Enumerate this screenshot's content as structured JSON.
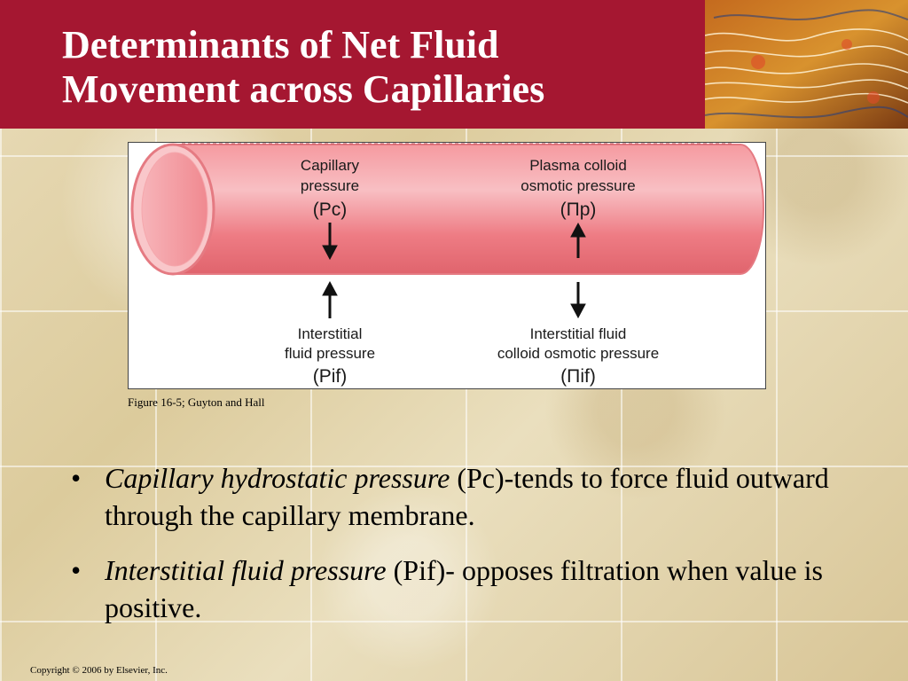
{
  "slide": {
    "title_line1": "Determinants of Net Fluid",
    "title_line2": "Movement across Capillaries",
    "caption": "Figure 16-5; Guyton and Hall",
    "copyright": "Copyright © 2006 by Elsevier, Inc."
  },
  "figure": {
    "pc": {
      "line1": "Capillary",
      "line2": "pressure",
      "line3": "(Pc)"
    },
    "pip": {
      "line1": "Plasma colloid",
      "line2": "osmotic pressure",
      "line3": "(Πp)"
    },
    "pif": {
      "line1": "Interstitial",
      "line2": "fluid pressure",
      "line3": "(Pif)"
    },
    "piif": {
      "line1": "Interstitial fluid",
      "line2": "colloid osmotic pressure",
      "line3": "(Πif)"
    }
  },
  "bullets": [
    {
      "term": "Capillary hydrostatic pressure",
      "text": " (Pc)-tends to force fluid outward through the capillary membrane."
    },
    {
      "term": "Interstitial fluid pressure",
      "text": " (Pif)- opposes filtration when value is positive."
    }
  ],
  "colors": {
    "header": "#a51731",
    "vessel": "#f07f86",
    "vessel_light": "#f8c0c3"
  }
}
